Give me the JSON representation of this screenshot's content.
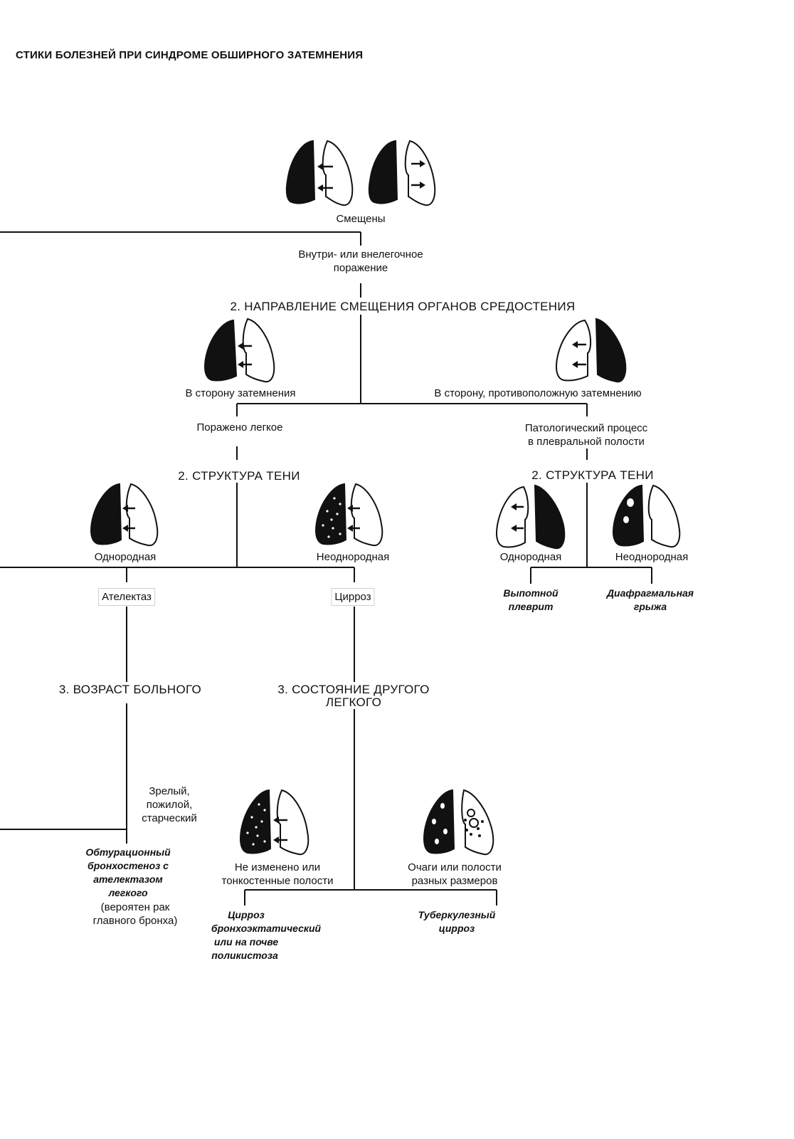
{
  "title": "СТИКИ БОЛЕЗНЕЙ ПРИ СИНДРОМЕ ОБШИРНОГО ЗАТЕМНЕНИЯ",
  "top": {
    "label": "Смещены",
    "note": [
      "Внутри- или внелегочное",
      "поражение"
    ]
  },
  "section_direction": {
    "heading": "2. НАПРАВЛЕНИЕ СМЕЩЕНИЯ ОРГАНОВ СРЕДОСТЕНИЯ",
    "left_label": "В сторону затемнения",
    "right_label": "В сторону, противоположную  затемнению",
    "left_note": "Поражено легкое",
    "right_note": [
      "Патологический процесс",
      "в плевральной полости"
    ]
  },
  "structure_left": {
    "heading": "2. СТРУКТУРА ТЕНИ",
    "homogeneous": "Однородная",
    "heterogeneous": "Неоднородная",
    "atelectasis": "Ателектаз",
    "cirrhosis": "Цирроз"
  },
  "structure_right": {
    "heading": "2. СТРУКТУРА ТЕНИ",
    "homogeneous": "Однородная",
    "heterogeneous": "Неоднородная",
    "effusion": [
      "Выпотной",
      "плеврит"
    ],
    "hernia": [
      "Диафрагмальная",
      "грыжа"
    ]
  },
  "age": {
    "heading": "3. ВОЗРАСТ БОЛЬНОГО",
    "note": [
      "Зрелый,",
      "пожилой,",
      "старческий"
    ],
    "result_italic": [
      "Обтурационный",
      "бронхостеноз с",
      "ателектазом",
      "легкого"
    ],
    "result_plain": [
      "(вероятен рак",
      "главного бронха)"
    ]
  },
  "other_lung": {
    "heading": [
      "3. СОСТОЯНИЕ ДРУГОГО",
      "ЛЕГКОГО"
    ],
    "unchanged": [
      "Не изменено или",
      "тонкостенные полости"
    ],
    "foci": [
      "Очаги или полости",
      "разных размеров"
    ],
    "cirrhosis_bronch": [
      "Цирроз",
      "бронхоэктатический",
      "или на почве",
      "поликистоза"
    ],
    "tb_cirrhosis": [
      "Туберкулезный",
      "цирроз"
    ]
  }
}
